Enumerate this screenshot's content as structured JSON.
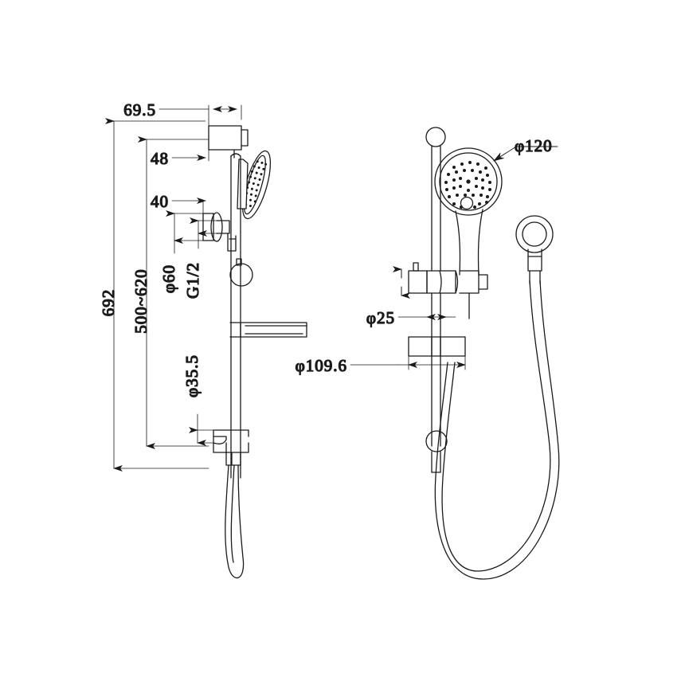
{
  "drawing": {
    "title": "Shower Rail Set Technical Drawing",
    "background_color": "#ffffff",
    "line_color": "#1a1a1a",
    "views": [
      {
        "name": "side-elevation-view",
        "position": "left"
      },
      {
        "name": "front-elevation-view",
        "position": "right"
      }
    ]
  },
  "dimensions": {
    "left_view": [
      {
        "id": "overall-height",
        "label": "692",
        "orientation": "vertical",
        "type": "linear"
      },
      {
        "id": "rail-adjust-range",
        "label": "500~620",
        "orientation": "vertical",
        "type": "linear"
      },
      {
        "id": "bracket-projection",
        "label": "69.5",
        "orientation": "horizontal",
        "type": "linear"
      },
      {
        "id": "holder-offset-upper",
        "label": "48",
        "orientation": "horizontal",
        "type": "linear"
      },
      {
        "id": "holder-offset-lower",
        "label": "40",
        "orientation": "horizontal",
        "type": "linear"
      },
      {
        "id": "flange-diameter",
        "label": "φ60",
        "orientation": "vertical",
        "type": "diameter"
      },
      {
        "id": "inlet-thread",
        "label": "G1/2",
        "orientation": "vertical",
        "type": "thread"
      },
      {
        "id": "bracket-diameter",
        "label": "φ35.5",
        "orientation": "vertical",
        "type": "diameter"
      }
    ],
    "right_view": [
      {
        "id": "handset-face-diameter",
        "label": "φ120",
        "orientation": "leader",
        "type": "diameter"
      },
      {
        "id": "rail-tube-diameter",
        "label": "φ25",
        "orientation": "horizontal",
        "type": "diameter"
      },
      {
        "id": "soap-dish-width",
        "label": "φ109.6",
        "orientation": "horizontal",
        "type": "diameter"
      }
    ]
  },
  "parts": {
    "left_view": [
      {
        "name": "top-wall-bracket",
        "description": "upper wall mounting bracket"
      },
      {
        "name": "hand-shower-head-profile",
        "description": "shower head shown edge-on with spray face"
      },
      {
        "name": "water-inlet-elbow",
        "description": "G1/2 wall water inlet with round flange"
      },
      {
        "name": "slide-rail-tube",
        "description": "vertical slide rail"
      },
      {
        "name": "handset-holder",
        "description": "adjustable handset holder ring"
      },
      {
        "name": "soap-dish-shelf",
        "description": "soap dish / shelf bracket"
      },
      {
        "name": "bottom-wall-bracket",
        "description": "lower wall mounting bracket"
      },
      {
        "name": "shower-hose",
        "description": "flexible shower hose loop"
      }
    ],
    "right_view": [
      {
        "name": "rail-top-cap",
        "description": "rounded rail top cap"
      },
      {
        "name": "hand-shower-head-face",
        "description": "circular spray face with jet holes"
      },
      {
        "name": "handset-handle",
        "description": "handset handle"
      },
      {
        "name": "handset-holder-clamp",
        "description": "sliding holder clamp with adjust arrows"
      },
      {
        "name": "slide-rail-tube",
        "description": "vertical slide rail φ25"
      },
      {
        "name": "soap-dish-shelf",
        "description": "soap dish shelf φ109.6"
      },
      {
        "name": "wall-inlet-elbow",
        "description": "wall water inlet with concentric flange"
      },
      {
        "name": "shower-hose",
        "description": "flexible shower hose loop"
      },
      {
        "name": "rail-bottom-joint",
        "description": "rail lower joint circle"
      }
    ]
  }
}
